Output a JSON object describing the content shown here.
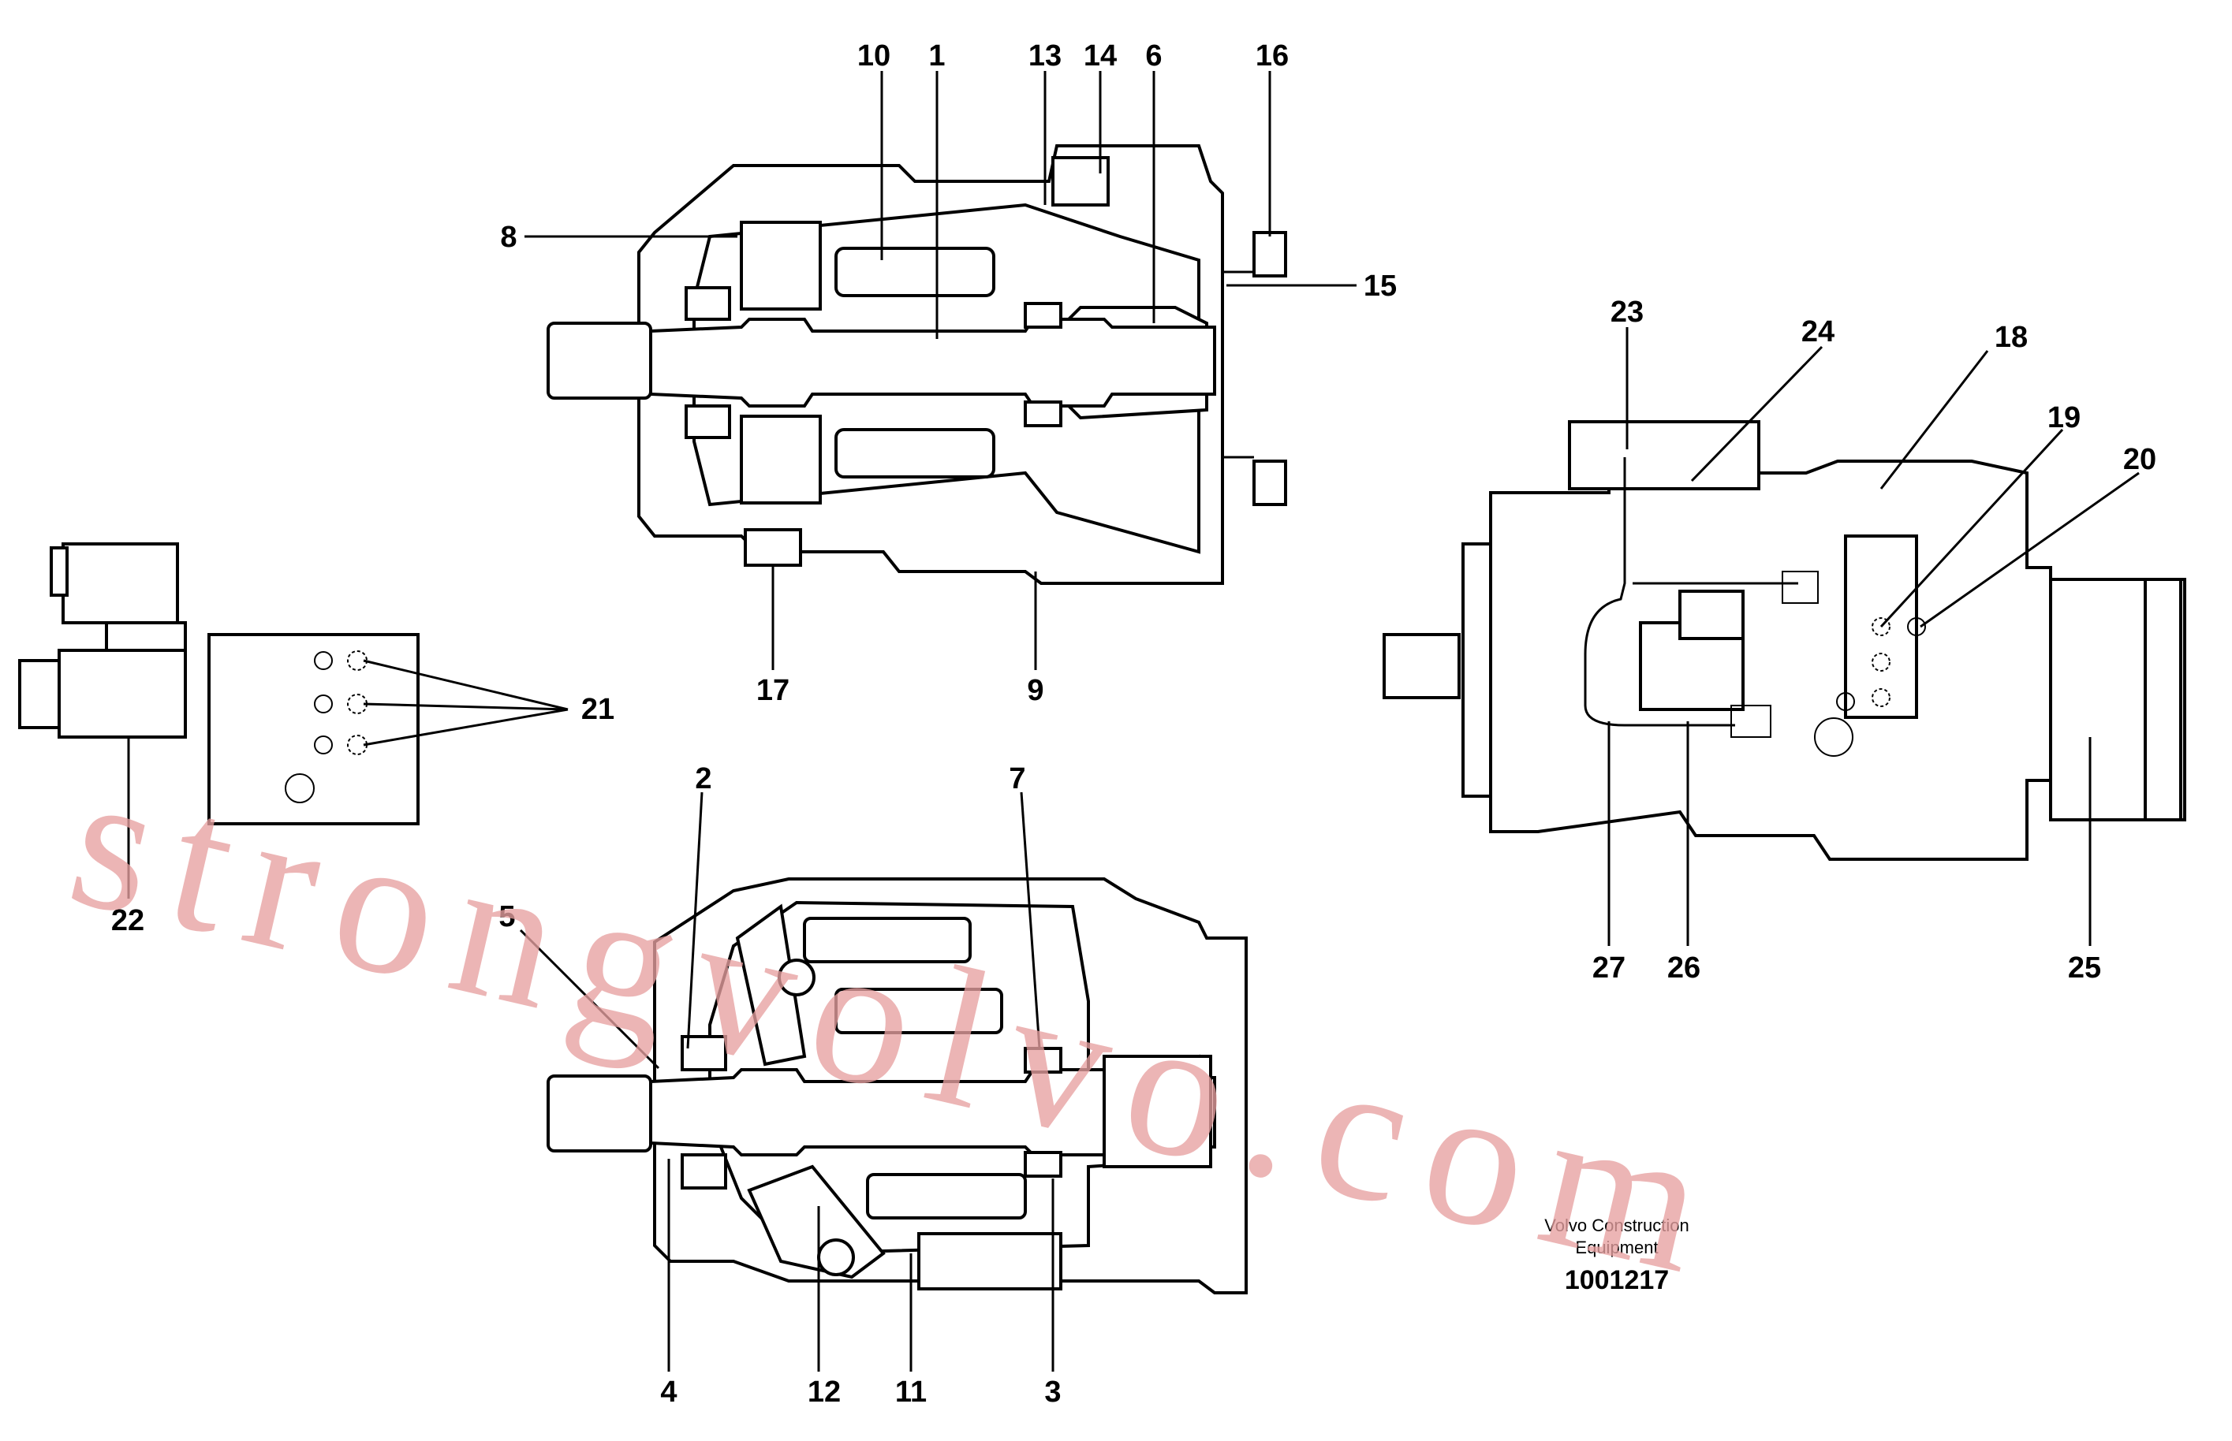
{
  "callouts": {
    "c1": "1",
    "c2": "2",
    "c3": "3",
    "c4": "4",
    "c5": "5",
    "c6": "6",
    "c7": "7",
    "c8": "8",
    "c9": "9",
    "c10": "10",
    "c11": "11",
    "c12": "12",
    "c13": "13",
    "c14": "14",
    "c15": "15",
    "c16": "16",
    "c17": "17",
    "c18": "18",
    "c19": "19",
    "c20": "20",
    "c21": "21",
    "c22": "22",
    "c23": "23",
    "c24": "24",
    "c25": "25",
    "c26": "26",
    "c27": "27"
  },
  "caption": {
    "line1": "Volvo Construction",
    "line2": "Equipment",
    "number": "1001217"
  },
  "watermark": "strongvolvo.com",
  "colors": {
    "line": "#000000",
    "watermark": "#e7a0a0",
    "background": "#ffffff"
  }
}
